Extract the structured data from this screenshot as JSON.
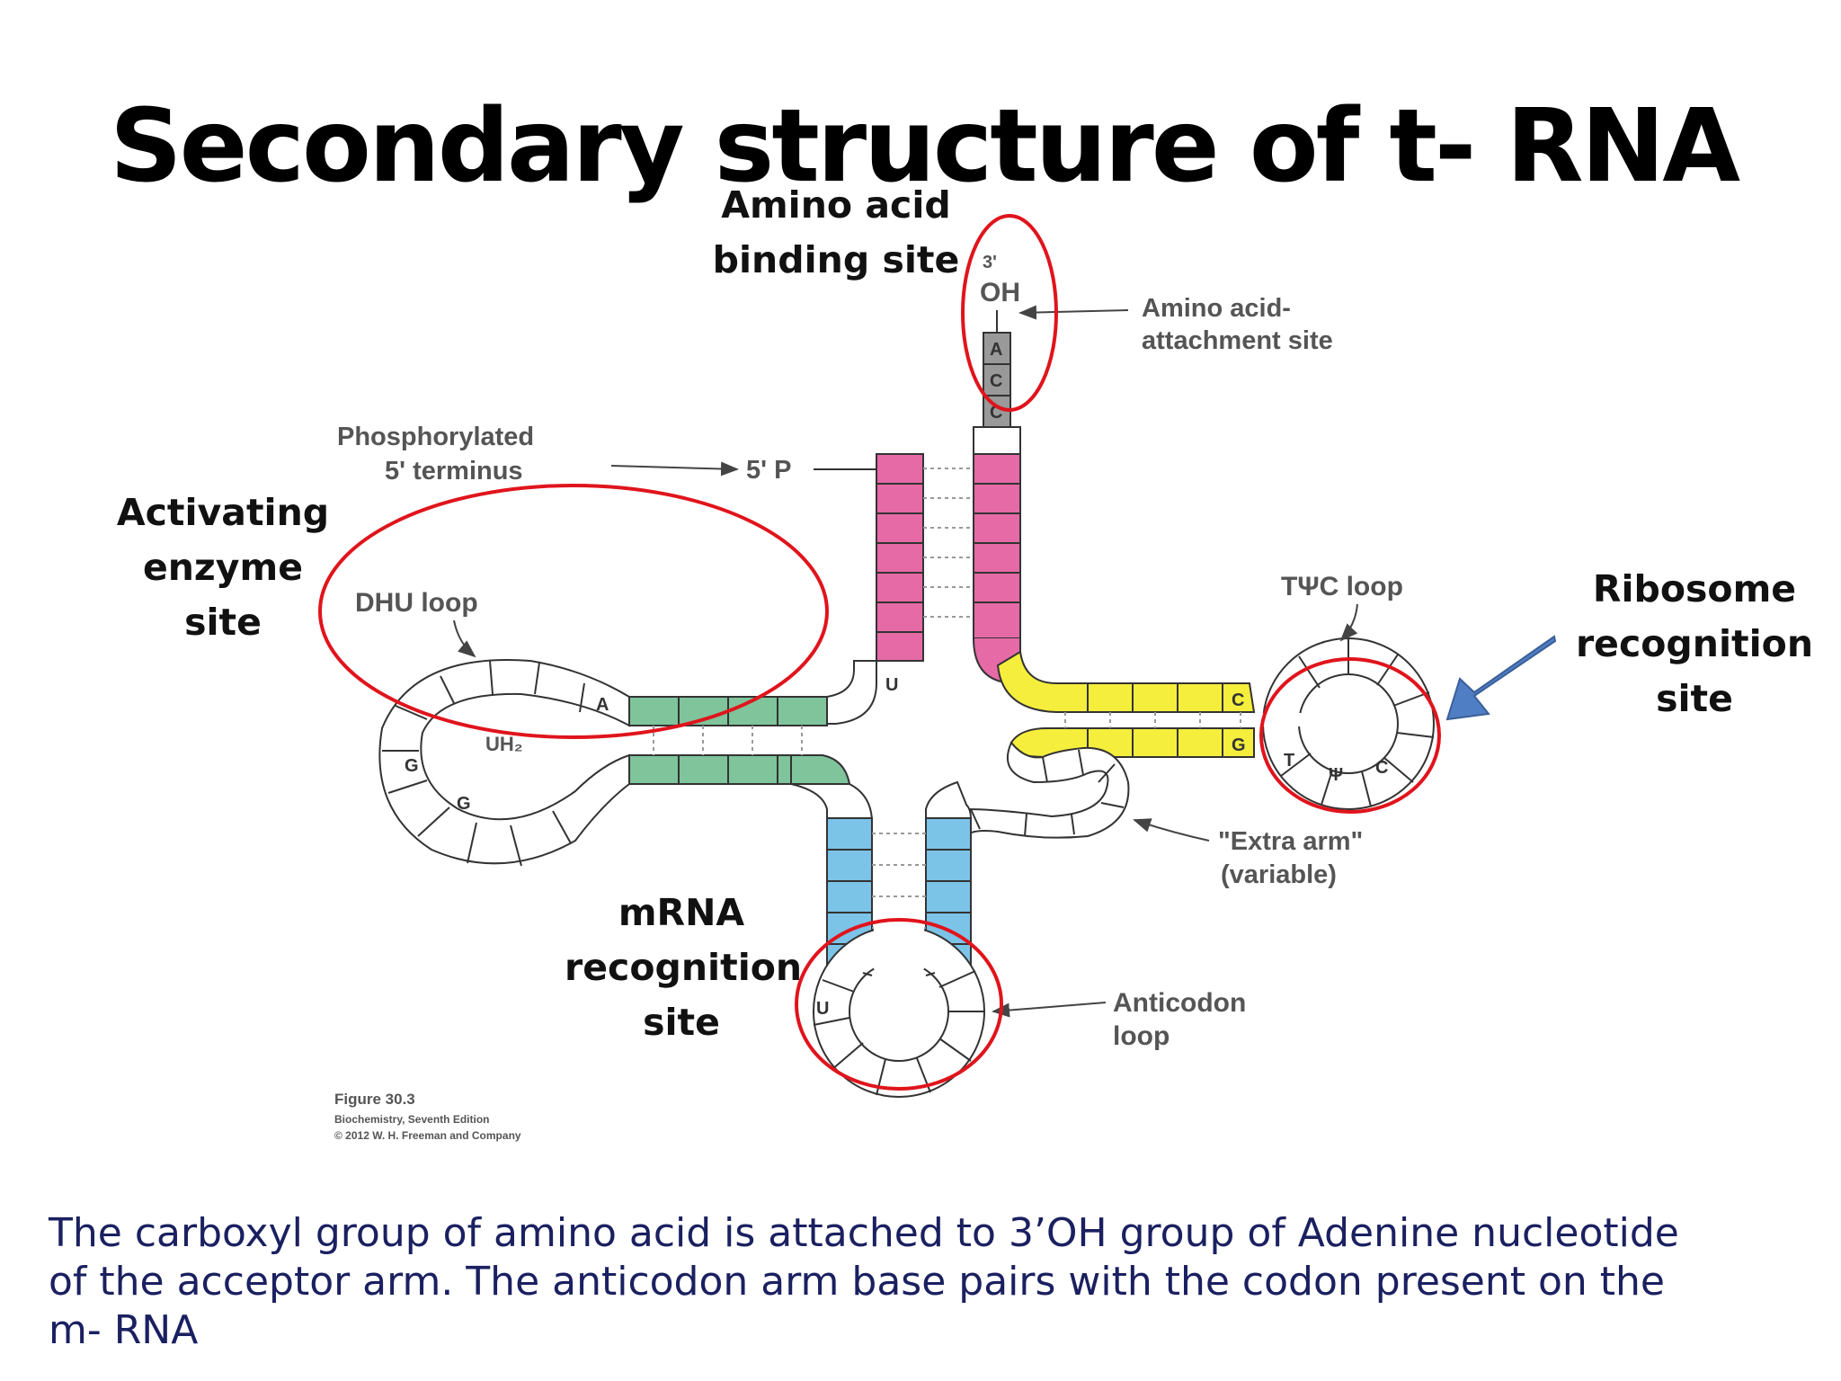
{
  "title": "Secondary structure of t- RNA",
  "annotations": {
    "amino_acid_binding": [
      "Amino acid",
      "binding site"
    ],
    "activating_enzyme": [
      "Activating",
      "enzyme",
      "site"
    ],
    "ribosome_recognition": [
      "Ribosome",
      "recognition",
      "site"
    ],
    "mrna_recognition": [
      "mRNA",
      "recognition",
      "site"
    ]
  },
  "figure_labels": {
    "three_prime": "3'",
    "oh": "OH",
    "amino_attach": [
      "Amino acid-",
      "attachment site"
    ],
    "phosphorylated": [
      "Phosphorylated",
      "5' terminus"
    ],
    "five_p": "5' P",
    "dhu_loop": "DHU loop",
    "uh2": "UH₂",
    "tpsic_loop": "TΨC loop",
    "extra_arm": [
      "\"Extra arm\"",
      "(variable)"
    ],
    "anticodon_loop": [
      "Anticodon",
      "loop"
    ],
    "credit": [
      "Figure 30.3",
      "Biochemistry, Seventh Edition",
      "© 2012 W. H. Freeman and Company"
    ]
  },
  "bases": {
    "acceptor_end": [
      "A",
      "C",
      "C"
    ],
    "dhu_a": "A",
    "dhu_g1": "G",
    "dhu_g2": "G",
    "stem_u": "U",
    "tpsic_c": "C",
    "tpsic_g": "G",
    "loop_t": "T",
    "loop_psi": "Ψ",
    "loop_c": "C",
    "anticodon_u": "U"
  },
  "caption": [
    "The carboxyl group of amino acid is attached to 3’OH group of Adenine nucleotide",
    " of the acceptor arm. The anticodon arm base pairs with the codon present on the",
    " m- RNA"
  ],
  "colors": {
    "acceptor_stem": "#e56aa6",
    "d_arm": "#7fc49b",
    "t_arm": "#f5ee3c",
    "anticodon_arm": "#7cc3e8",
    "acceptor_tail": "#999999",
    "highlight_ring": "#e0141c",
    "pointer_arrow": "#4f7ec4",
    "caption_text": "#1a2060"
  }
}
